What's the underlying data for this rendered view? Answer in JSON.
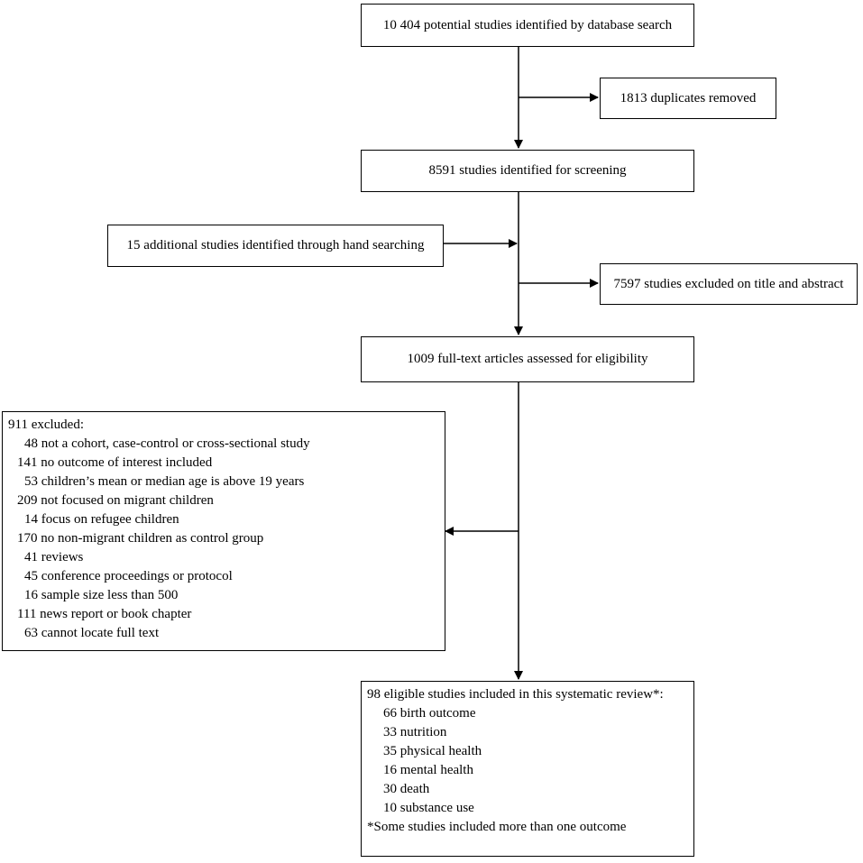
{
  "flow": {
    "identified": "10 404 potential studies identified by database search",
    "duplicates": "1813 duplicates removed",
    "screening": "8591 studies identified for screening",
    "hand_search": "15 additional studies identified through hand searching",
    "excluded_title": "7597 studies excluded on title and abstract",
    "fulltext": "1009 full-text articles assessed for eligibility",
    "excluded": {
      "title": "911 excluded:",
      "items": [
        "48 not a cohort, case-control or cross-sectional study",
        "141 no outcome of interest included",
        "53 children’s mean or median age is above 19 years",
        "209 not focused on migrant children",
        "14 focus on refugee children",
        "170 no non-migrant children as control group",
        "41 reviews",
        "45 conference proceedings or protocol",
        "16 sample size less than 500",
        "111 news report or book chapter",
        "63 cannot locate full text"
      ]
    },
    "included": {
      "title": "98 eligible studies included in this systematic review*:",
      "items": [
        "66 birth outcome",
        "33 nutrition",
        "35 physical health",
        "16 mental health",
        "30 death",
        "10 substance use"
      ],
      "note": "*Some studies included more than one outcome"
    }
  }
}
